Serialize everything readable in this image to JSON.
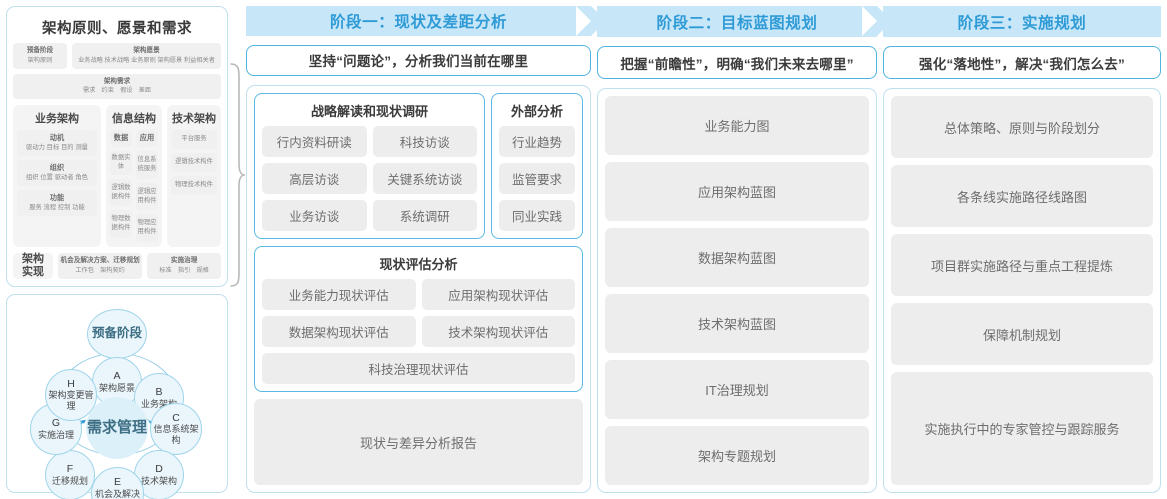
{
  "reference_panel": {
    "title": "架构原则、愿景和需求",
    "prelim": {
      "title": "预备阶段",
      "sub": "架构原则"
    },
    "vision": {
      "title": "架构愿景",
      "keywords": "业务战略 技术战略 业务原则 架构愿景 利益相关者"
    },
    "requirements": {
      "title": "架构需求",
      "keywords": "需求　约束　假设　差距"
    },
    "layers": [
      {
        "name": "业务架构",
        "cells": [
          {
            "title": "动机",
            "keywords": "驱动力 目标 目的 测量"
          },
          {
            "title": "组织",
            "keywords": "组织 位置 驱动者 角色"
          },
          {
            "title": "功能",
            "keywords": "服务 流程 控制 功能"
          }
        ]
      },
      {
        "name": "信息结构",
        "columns": [
          {
            "title": "数据",
            "items": [
              "数据实体",
              "逻辑数据构件",
              "物理数据构件"
            ]
          },
          {
            "title": "应用",
            "items": [
              "信息系统服务",
              "逻辑应用构件",
              "物理应用构件"
            ]
          }
        ]
      },
      {
        "name": "技术架构",
        "items": [
          "平台服务",
          "逻辑技术构件",
          "物理技术构件"
        ]
      }
    ],
    "implementation": {
      "label": "架构实现",
      "blocks": [
        {
          "title": "机会及解决方案、迁移规划",
          "keywords": "工作包　架构契约"
        },
        {
          "title": "实施治理",
          "keywords": "标准　指引　规格"
        }
      ]
    }
  },
  "adm_diagram": {
    "center": "需求管理",
    "prelim": "预备阶段",
    "nodes": [
      {
        "letter": "A",
        "label": "架构愿景"
      },
      {
        "letter": "B",
        "label": "业务架构"
      },
      {
        "letter": "C",
        "label": "信息系统架构"
      },
      {
        "letter": "D",
        "label": "技术架构"
      },
      {
        "letter": "E",
        "label": "机会及解决方案"
      },
      {
        "letter": "F",
        "label": "迁移规划"
      },
      {
        "letter": "G",
        "label": "实施治理"
      },
      {
        "letter": "H",
        "label": "架构变更管理"
      }
    ]
  },
  "phases": [
    {
      "banner": "阶段一：现状及差距分析",
      "sub_banner": "坚持“问题论”，分析我们当前在哪里",
      "groups": [
        {
          "title": "战略解读和现状调研",
          "rows": [
            [
              "行内资料研读",
              "科技访谈"
            ],
            [
              "高层访谈",
              "关键系统访谈"
            ],
            [
              "业务访谈",
              "系统调研"
            ]
          ]
        },
        {
          "title": "外部分析",
          "rows": [
            [
              "行业趋势"
            ],
            [
              "监管要求"
            ],
            [
              "同业实践"
            ]
          ]
        },
        {
          "title": "现状评估分析",
          "rows": [
            [
              "业务能力现状评估",
              "应用架构现状评估"
            ],
            [
              "数据架构现状评估",
              "技术架构现状评估"
            ],
            [
              "科技治理现状评估"
            ]
          ]
        }
      ],
      "report": "现状与差异分析报告"
    },
    {
      "banner": "阶段二：目标蓝图规划",
      "sub_banner": "把握“前瞻性”，明确“我们未来去哪里”",
      "items": [
        "业务能力图",
        "应用架构蓝图",
        "数据架构蓝图",
        "技术架构蓝图",
        "IT治理规划",
        "架构专题规划"
      ]
    },
    {
      "banner": "阶段三：实施规划",
      "sub_banner": "强化“落地性”，解决“我们怎么去”",
      "items": [
        "总体策略、原则与阶段划分",
        "各条线实施路径线路图",
        "项目群实施路径与重点工程提炼",
        "保障机制规划",
        "实施执行中的专家管控与跟踪服务"
      ]
    }
  ],
  "colors": {
    "banner_bg": "#c7e6f8",
    "banner_text": "#2f9bd6",
    "card_border": "#bfe0ef",
    "inner_border": "#5bb9e3",
    "chip_bg": "#ededed",
    "chip_text": "#6d6d6d",
    "node_fill": "#eaf6fc",
    "node_stroke": "#9fd4ea",
    "center_fill": "#dcf0fa",
    "arrow": "#2f9bd6"
  }
}
